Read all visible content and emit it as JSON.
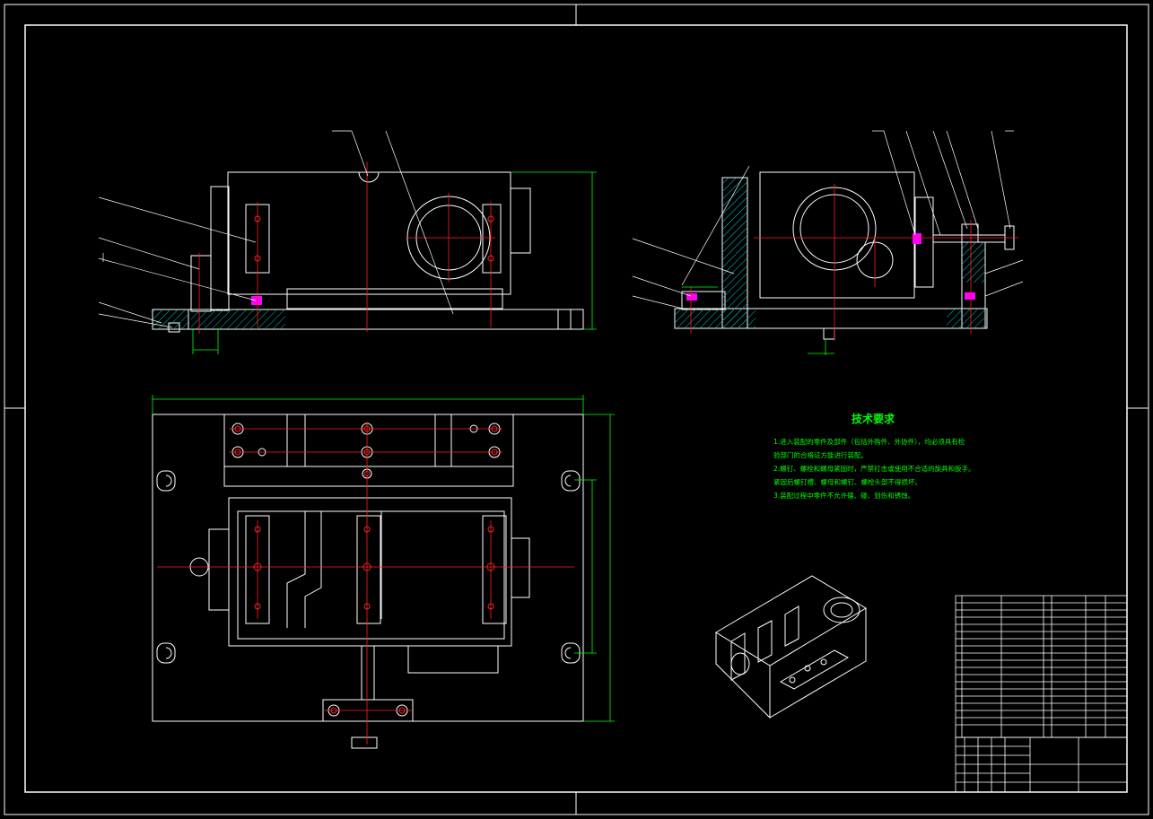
{
  "technical_requirements": {
    "title": "技术要求",
    "lines": [
      "1.进入装配的零件及部件（包括外购件、外协件），均必须具有检",
      "验部门的合格证方能进行装配。",
      "2.螺钉、螺栓和螺母紧固时，严禁打击或使用不合适的旋具和扳手。",
      "紧固后螺钉槽、螺母和螺钉、螺栓头部不得损坏。",
      "3.装配过程中零件不允许磕、碰、划伤和锈蚀。"
    ]
  },
  "colors": {
    "background": "#000000",
    "outline": "#ffffff",
    "centerline": "#ff2020",
    "dimension": "#00ff00",
    "hatch": "#00c8c8",
    "pin": "#ff00ff"
  }
}
